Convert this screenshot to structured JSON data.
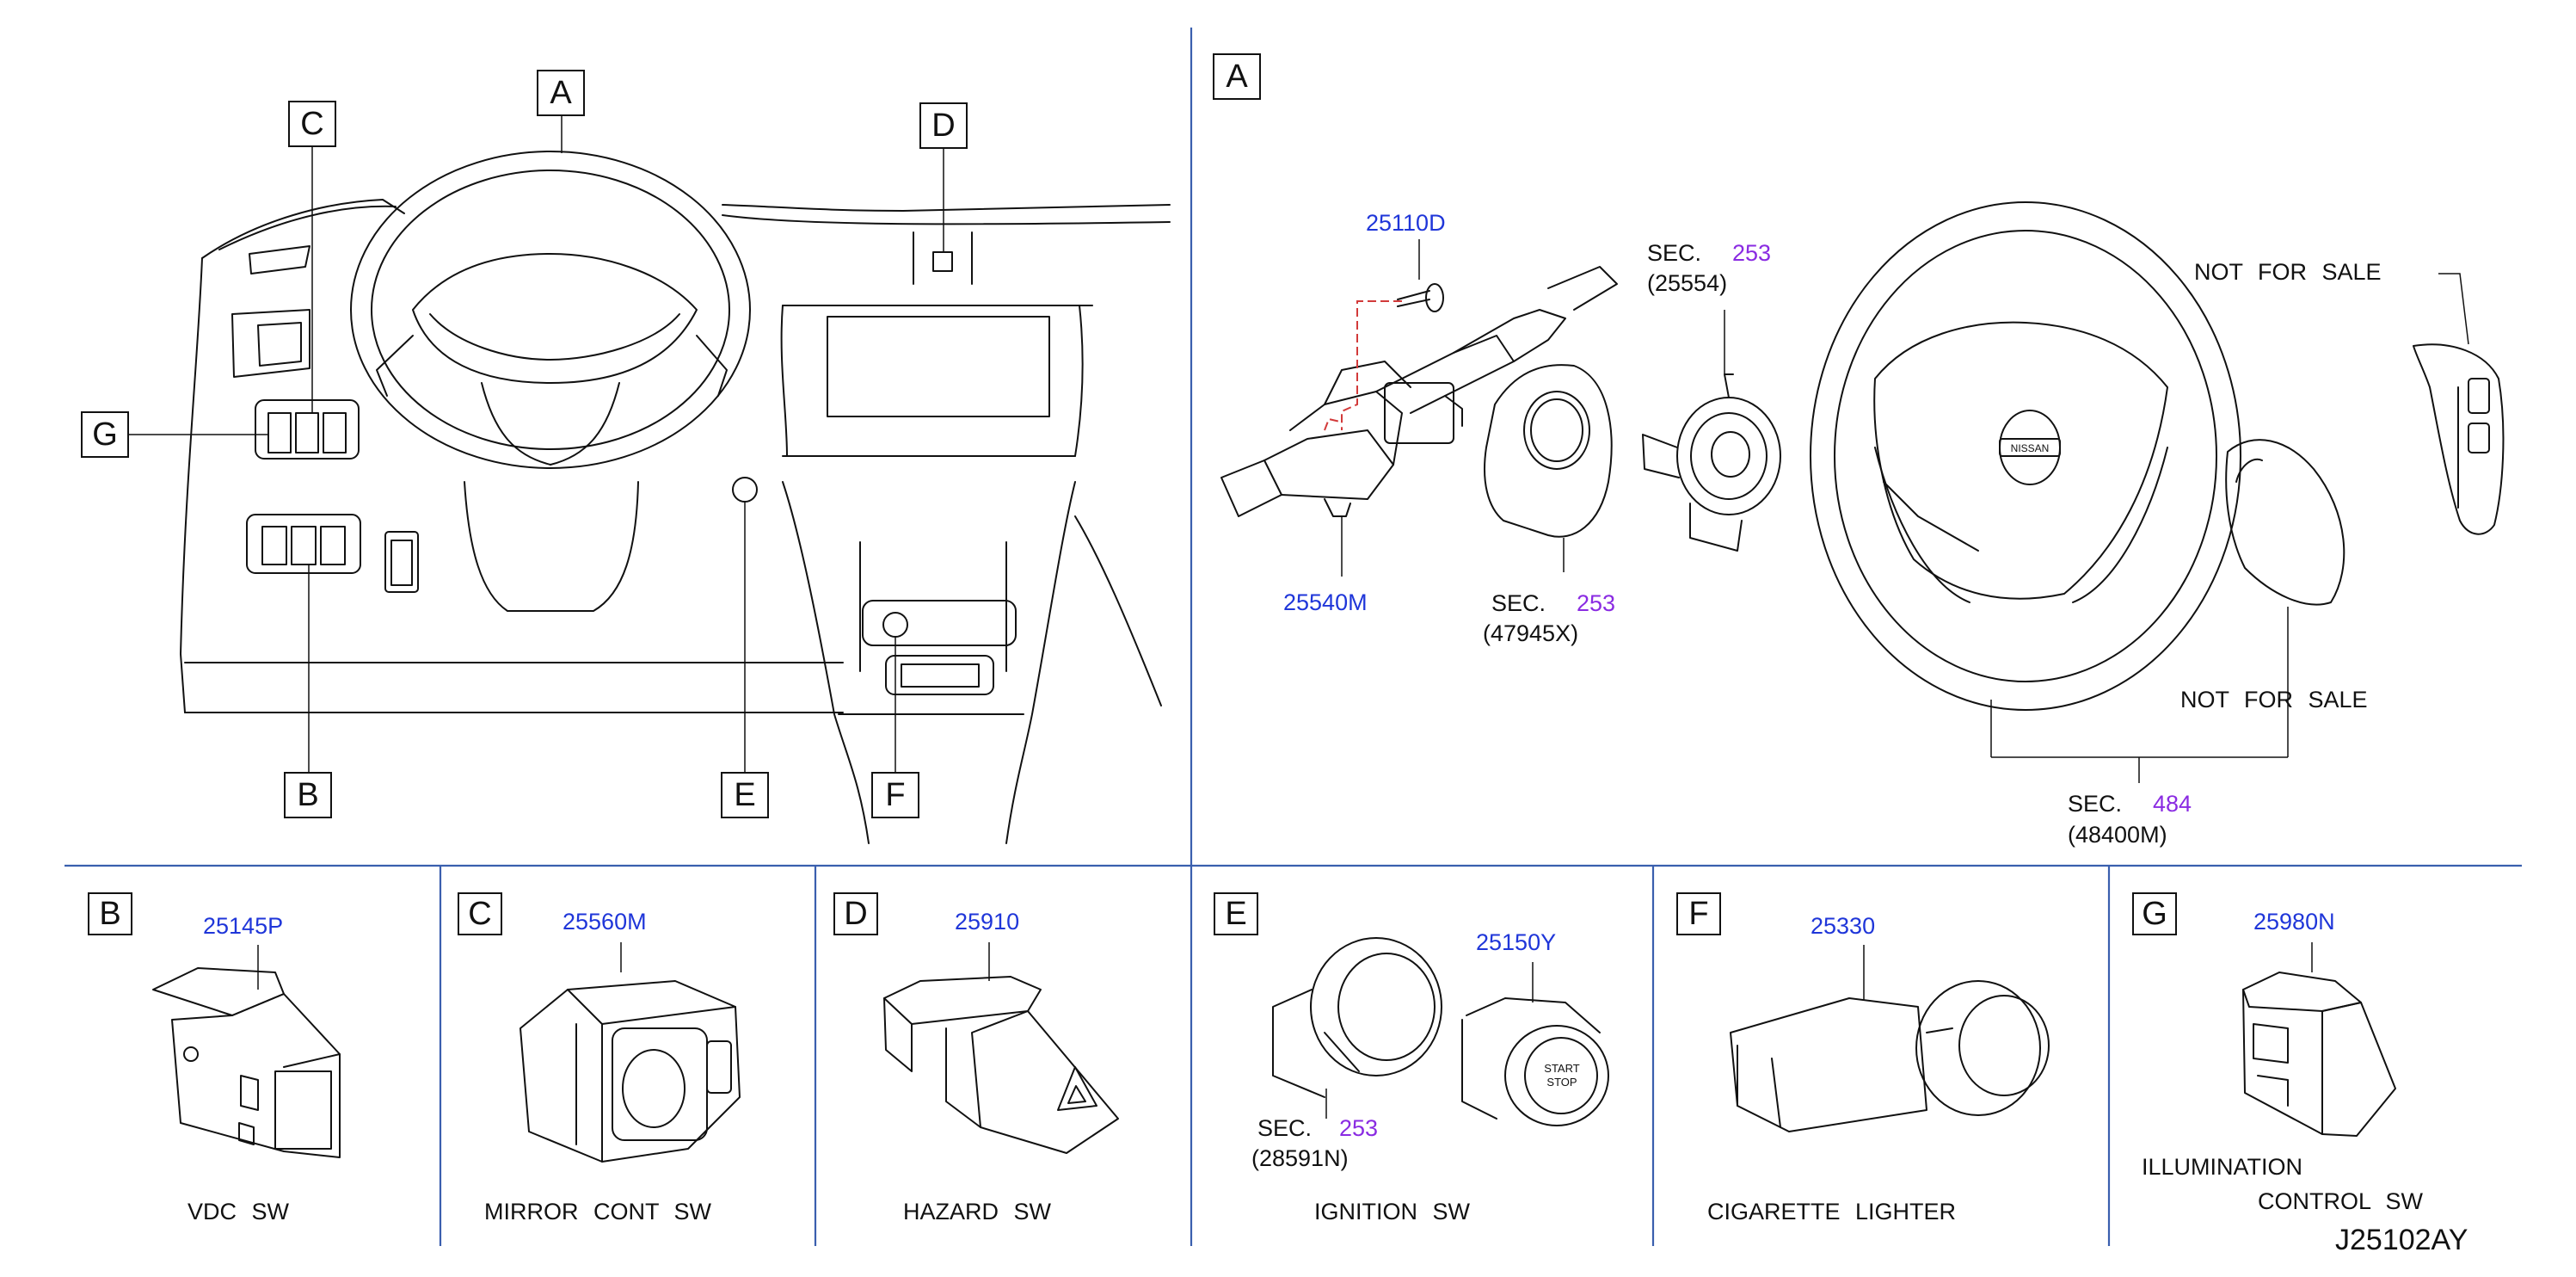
{
  "section_letters": {
    "A": "A",
    "B": "B",
    "C": "C",
    "D": "D",
    "E": "E",
    "F": "F",
    "G": "G"
  },
  "panel_a": {
    "title": "A",
    "switch_assy": "25540M",
    "screw": "25110D",
    "sec_label": "SEC.",
    "spiral_cable_sec": "253",
    "spiral_cable_ref": "(47945X)",
    "steering_sensor_sec": "253",
    "steering_sensor_ref": "(25554)",
    "wheel_sec": "484",
    "wheel_ref": "(48400M)",
    "not_for_sale_top": "NOT   FOR   SALE",
    "not_for_sale_bottom": "NOT   FOR   SALE"
  },
  "parts": [
    {
      "letter": "B",
      "number": "25145P",
      "caption": "VDC   SW"
    },
    {
      "letter": "C",
      "number": "25560M",
      "caption": "MIRROR   CONT   SW"
    },
    {
      "letter": "D",
      "number": "25910",
      "caption": "HAZARD   SW"
    },
    {
      "letter": "E",
      "number": "25150Y",
      "caption": "IGNITION   SW",
      "sec_label": "SEC.",
      "sec_num": "253",
      "sec_ref": "(28591N)",
      "button_text_1": "START",
      "button_text_2": "STOP"
    },
    {
      "letter": "F",
      "number": "25330",
      "caption": "CIGARETTE   LIGHTER"
    },
    {
      "letter": "G",
      "number": "25980N",
      "caption_line1": "ILLUMINATION",
      "caption_line2": "CONTROL   SW"
    }
  ],
  "brand_emblem": "NISSAN",
  "drawing_number": "J25102AY",
  "colors": {
    "part_number": "#1f36d9",
    "section_number": "#8a2be2",
    "divider": "#3a5fae",
    "hidden_line": "#d23a3a"
  }
}
